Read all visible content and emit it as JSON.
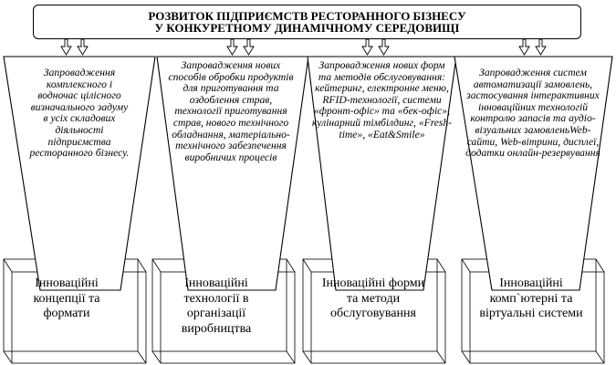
{
  "title": {
    "line1": "РОЗВИТОК ПІДПРИЄМСТВ РЕСТОРАННОГО БІЗНЕСУ",
    "line2": "У КОНКУРЕТНОМУ ДИНАМІЧНОМУ СЕРЕДОВИЩІ"
  },
  "columns": [
    {
      "description": "Запровадження комплексного і водночас цілісного визначального задуму в усіх складових діяльності підприємства ресторанного бізнесу.",
      "category": "Інноваційні концепції та формати"
    },
    {
      "description": "Запровадження нових способів обробки продуктів для приготування та оздоблення страв, технології приготування страв, нового технічного обладнання, матеріально-технічного забезпечення виробничих процесів",
      "category": "Інноваційні технології в організації виробництва"
    },
    {
      "description": "Запровадження нових форм та методів обслуговування: кейтеринг, електронне меню, RFID-технології, системи «фронт-офіс» та «бек-офіс», кулінарний тімбілдинг, «Fresh-time», «Eat&Smile»",
      "category": "Інноваційні форми та методи обслуговування"
    },
    {
      "description": "Запровадження систем автоматизації замовлень, застосування інтерактивних інноваційних технологій контролю запасів та аудіо-візуальних замовленьWeb-сайти, Web-вітрини, дисплеї, додатки онлайн-резервування",
      "category": "Інноваційні комп`ютерні та віртуальні системи"
    }
  ]
}
